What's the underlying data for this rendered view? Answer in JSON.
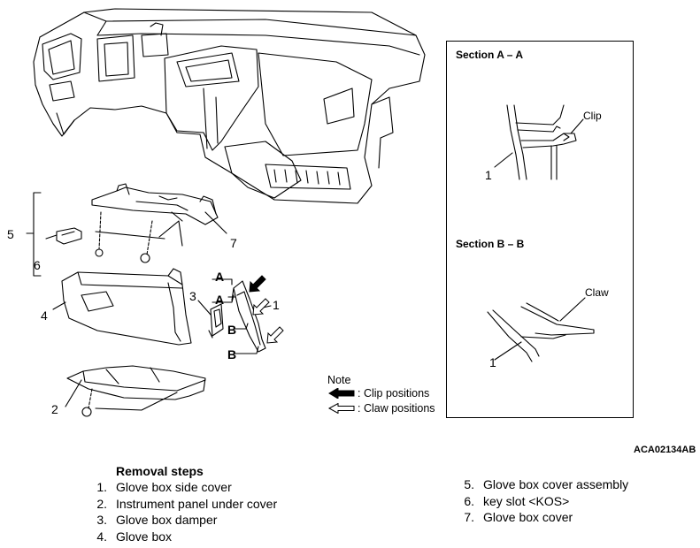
{
  "callouts": {
    "c1": "1",
    "c2": "2",
    "c3": "3",
    "c4": "4",
    "c5": "5",
    "c6": "6",
    "c7": "7",
    "a_upper": "A",
    "a_lower": "A",
    "b_upper": "B",
    "b_lower": "B"
  },
  "section_a": {
    "title": "Section A – A",
    "callout": "1",
    "part_label": "Clip"
  },
  "section_b": {
    "title": "Section B – B",
    "callout": "1",
    "part_label": "Claw"
  },
  "note": {
    "title": "Note",
    "clip_text": ": Clip positions",
    "claw_text": ": Claw positions"
  },
  "reference_code": "ACA02134AB",
  "removal": {
    "title": "Removal steps",
    "steps": [
      {
        "num": "1.",
        "text": "Glove box side cover"
      },
      {
        "num": "2.",
        "text": "Instrument panel under cover"
      },
      {
        "num": "3.",
        "text": "Glove box damper"
      },
      {
        "num": "4.",
        "text": "Glove box"
      },
      {
        "num": "5.",
        "text": "Glove box cover assembly"
      },
      {
        "num": "6.",
        "text": "key slot <KOS>"
      },
      {
        "num": "7.",
        "text": "Glove box cover"
      }
    ]
  },
  "icons": {
    "clip_arrow": "filled-arrow-icon",
    "claw_arrow": "outline-arrow-icon"
  }
}
